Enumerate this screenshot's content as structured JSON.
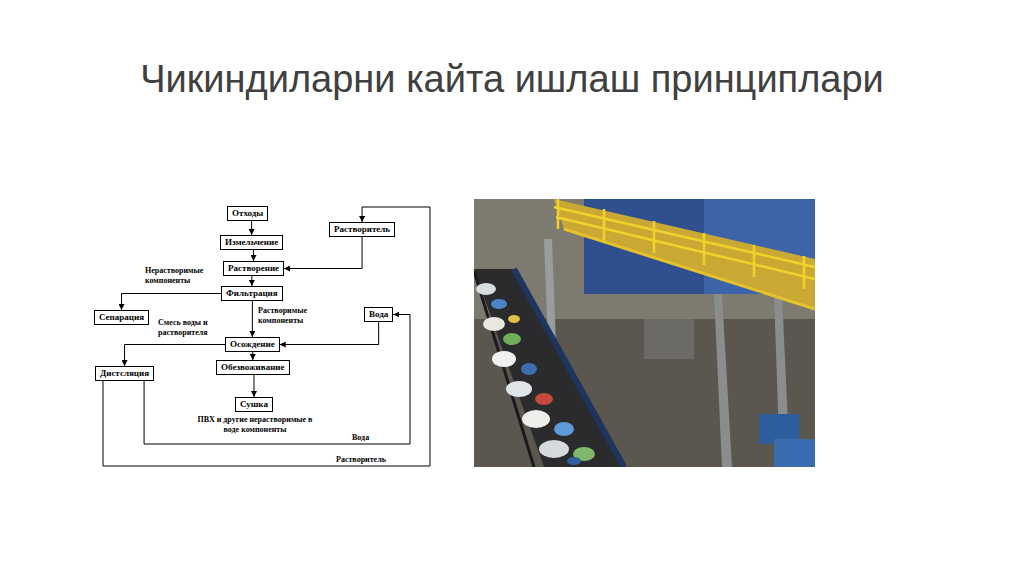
{
  "diagram": {
    "title": "Чикиндиларни кайта ишлаш принциплари",
    "nodes": [
      {
        "text": [
          "Отходы"
        ]
      },
      {
        "text": [
          "Измельчение"
        ]
      },
      {
        "text": [
          "Растворитель"
        ]
      },
      {
        "text": [
          "Растворение"
        ]
      },
      {
        "text": [
          "Фильтрация"
        ]
      },
      {
        "text": [
          "Сепарация"
        ]
      },
      {
        "text": [
          "Вода"
        ]
      },
      {
        "text": [
          "Осождение"
        ]
      },
      {
        "text": [
          "Обезвоживание"
        ]
      },
      {
        "text": [
          "Дистсляция"
        ]
      },
      {
        "text": [
          "Сушка"
        ]
      }
    ],
    "edges": [
      {
        "from": 0,
        "to": 1,
        "arrow": "to"
      },
      {
        "from": 1,
        "to": 3,
        "arrow": "to"
      },
      {
        "from": 2,
        "to": 3,
        "arrow": "to"
      },
      {
        "from": 3,
        "to": 4,
        "arrow": "to"
      },
      {
        "from": 4,
        "to": 5,
        "label": "Нерастворимые компоненты",
        "arrow": "to"
      },
      {
        "from": 4,
        "to": 7,
        "label": "Растворимые компоненты",
        "arrow": "to"
      },
      {
        "from": 6,
        "to": 7,
        "arrow": "to"
      },
      {
        "from": 7,
        "to": 9,
        "label": "Смесь воды и растворителя",
        "arrow": "to"
      },
      {
        "from": 7,
        "to": 8,
        "arrow": "to"
      },
      {
        "from": 8,
        "to": 10,
        "arrow": "to"
      },
      {
        "from": 9,
        "to": 6,
        "label": "Вода",
        "arrow": "to"
      },
      {
        "from": 9,
        "to": 2,
        "label": "Растворитель",
        "arrow": "to"
      }
    ],
    "labels": [
      "ПВХ и другие нерастворимые в воде компоненты"
    ]
  }
}
